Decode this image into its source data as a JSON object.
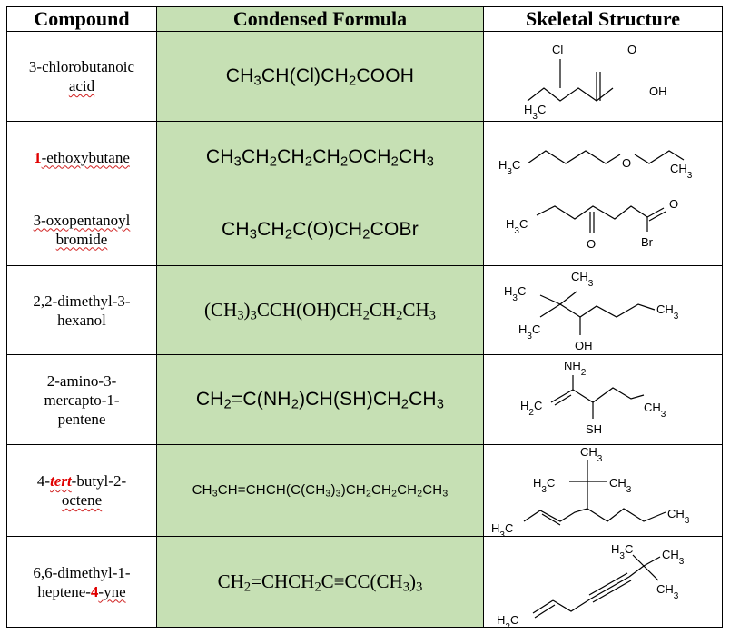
{
  "headers": {
    "compound": "Compound",
    "formula": "Condensed Formula",
    "structure": "Skeletal Structure"
  },
  "rows": [
    {
      "name_a": "3-chlorobutanoic",
      "name_b": "acid",
      "formula": "CH3CH(Cl)CH2COOH",
      "labels": [
        "Cl",
        "O",
        "H3C",
        "OH"
      ]
    },
    {
      "name_prefix": "1",
      "name_rest": "-ethoxybutane",
      "formula": "CH3CH2CH2CH2OCH2CH3",
      "labels": [
        "H3C",
        "O",
        "CH3"
      ]
    },
    {
      "name_a": "3-oxopentanoyl",
      "name_b": "bromide",
      "formula": "CH3CH2C(O)CH2COBr",
      "labels": [
        "H3C",
        "O",
        "O",
        "Br"
      ]
    },
    {
      "name_a": "2,2-dimethyl-3-",
      "name_b": "hexanol",
      "formula": "(CH3)3CCH(OH)CH2CH2CH3",
      "labels": [
        "CH3",
        "H3C",
        "CH3",
        "H3C",
        "OH"
      ]
    },
    {
      "name_a": "2-amino-3-",
      "name_b": "mercapto-1-",
      "name_c": "pentene",
      "formula": "CH2=C(NH2)CH(SH)CH2CH3",
      "labels": [
        "NH2",
        "H2C",
        "CH3",
        "SH"
      ]
    },
    {
      "name_a": "4-",
      "name_tert": "tert",
      "name_b": "-butyl-2-",
      "name_c": "octene",
      "formula": "CH3CH=CHCH(C(CH3)3)CH2CH2CH2CH3",
      "labels": [
        "CH3",
        "H3C",
        "CH3",
        "H3C",
        "CH3"
      ]
    },
    {
      "name_a": "6,6-dimethyl-1-",
      "name_b": "heptene-",
      "name_num": "4",
      "name_c": "-yne",
      "formula": "CH2=CHCH2C≡CC(CH3)3",
      "labels": [
        "H3C",
        "CH3",
        "CH3",
        "H2C"
      ]
    }
  ]
}
